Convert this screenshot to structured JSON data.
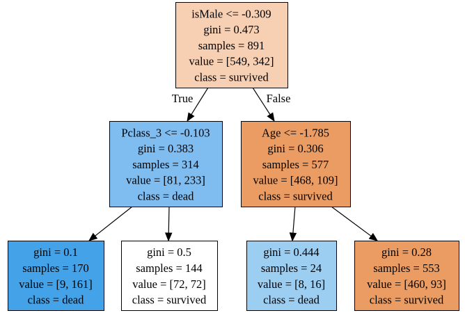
{
  "nodes": [
    {
      "id": "root",
      "fill": "#f7cfb3",
      "lines": [
        "isMale <= -0.309",
        "gini = 0.473",
        "samples = 891",
        "value = [549, 342]",
        "class = survived"
      ]
    },
    {
      "id": "left",
      "fill": "#7fbcf0",
      "lines": [
        "Pclass_3 <= -0.103",
        "gini = 0.383",
        "samples = 314",
        "value = [81, 233]",
        "class = dead"
      ]
    },
    {
      "id": "right",
      "fill": "#eb9c63",
      "lines": [
        "Age <= -1.785",
        "gini = 0.306",
        "samples = 577",
        "value = [468, 109]",
        "class = survived"
      ]
    },
    {
      "id": "leaf-1",
      "fill": "#43a2e8",
      "lines": [
        "gini = 0.1",
        "samples = 170",
        "value = [9, 161]",
        "class = dead"
      ]
    },
    {
      "id": "leaf-2",
      "fill": "#ffffff",
      "lines": [
        "gini = 0.5",
        "samples = 144",
        "value = [72, 72]",
        "class = survived"
      ]
    },
    {
      "id": "leaf-3",
      "fill": "#9ccef2",
      "lines": [
        "gini = 0.444",
        "samples = 24",
        "value = [8, 16]",
        "class = dead"
      ]
    },
    {
      "id": "leaf-4",
      "fill": "#eb9c63",
      "lines": [
        "gini = 0.28",
        "samples = 553",
        "value = [460, 93]",
        "class = survived"
      ]
    }
  ],
  "edges": [
    {
      "from": "root",
      "to": "left",
      "label": "True"
    },
    {
      "from": "root",
      "to": "right",
      "label": "False"
    },
    {
      "from": "left",
      "to": "leaf-1",
      "label": ""
    },
    {
      "from": "left",
      "to": "leaf-2",
      "label": ""
    },
    {
      "from": "right",
      "to": "leaf-3",
      "label": ""
    },
    {
      "from": "right",
      "to": "leaf-4",
      "label": ""
    }
  ]
}
